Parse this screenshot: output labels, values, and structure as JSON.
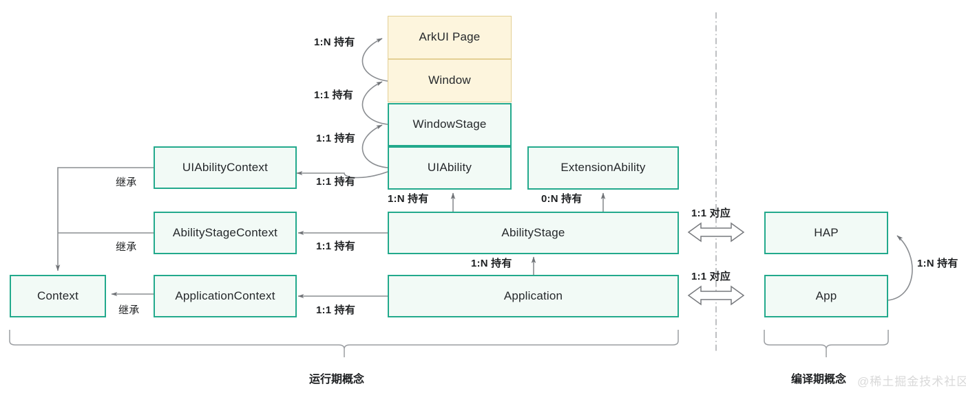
{
  "diagram": {
    "title": "HarmonyOS Stage Model Concept Diagram",
    "colors": {
      "teal_border": "#22a98c",
      "teal_fill": "#f2faf6",
      "cream_border": "#e3cf93",
      "cream_fill": "#fdf5dd",
      "line": "#808080",
      "text": "#1d1f21",
      "watermark": "#d9d9d9"
    },
    "nodes": [
      {
        "id": "arkui_page",
        "label": "ArkUI Page"
      },
      {
        "id": "window",
        "label": "Window"
      },
      {
        "id": "window_stage",
        "label": "WindowStage"
      },
      {
        "id": "ui_ability",
        "label": "UIAbility"
      },
      {
        "id": "extension_ability",
        "label": "ExtensionAbility"
      },
      {
        "id": "ui_ability_context",
        "label": "UIAbilityContext"
      },
      {
        "id": "ability_stage_context",
        "label": "AbilityStageContext"
      },
      {
        "id": "application_context",
        "label": "ApplicationContext"
      },
      {
        "id": "context",
        "label": "Context"
      },
      {
        "id": "ability_stage",
        "label": "AbilityStage"
      },
      {
        "id": "application",
        "label": "Application"
      },
      {
        "id": "hap",
        "label": "HAP"
      },
      {
        "id": "app",
        "label": "App"
      }
    ],
    "edge_labels": [
      {
        "id": "page-window",
        "text": "1:N 持有"
      },
      {
        "id": "window-windowstage",
        "text": "1:1 持有"
      },
      {
        "id": "windowstage-uiability",
        "text": "1:1 持有"
      },
      {
        "id": "uiability-context",
        "text": "1:1 持有"
      },
      {
        "id": "uiability-abilitystage",
        "text": "1:N 持有"
      },
      {
        "id": "extension-abilitystage",
        "text": "0:N 持有"
      },
      {
        "id": "abilitystage-ctx",
        "text": "1:1 持有"
      },
      {
        "id": "abilitystage-application",
        "text": "1:N 持有"
      },
      {
        "id": "application-appctx",
        "text": "1:1 持有"
      },
      {
        "id": "inherit-uiabilityctx",
        "text": "继承"
      },
      {
        "id": "inherit-abilitystagectx",
        "text": "继承"
      },
      {
        "id": "inherit-applicationctx",
        "text": "继承"
      },
      {
        "id": "abilitystage-hap",
        "text": "1:1 对应"
      },
      {
        "id": "application-app",
        "text": "1:1 对应"
      },
      {
        "id": "app-hap",
        "text": "1:N 持有"
      }
    ],
    "group_labels": [
      {
        "id": "runtime",
        "text": "运行期概念"
      },
      {
        "id": "compiletime",
        "text": "编译期概念"
      }
    ],
    "watermark": "@稀土掘金技术社区"
  }
}
